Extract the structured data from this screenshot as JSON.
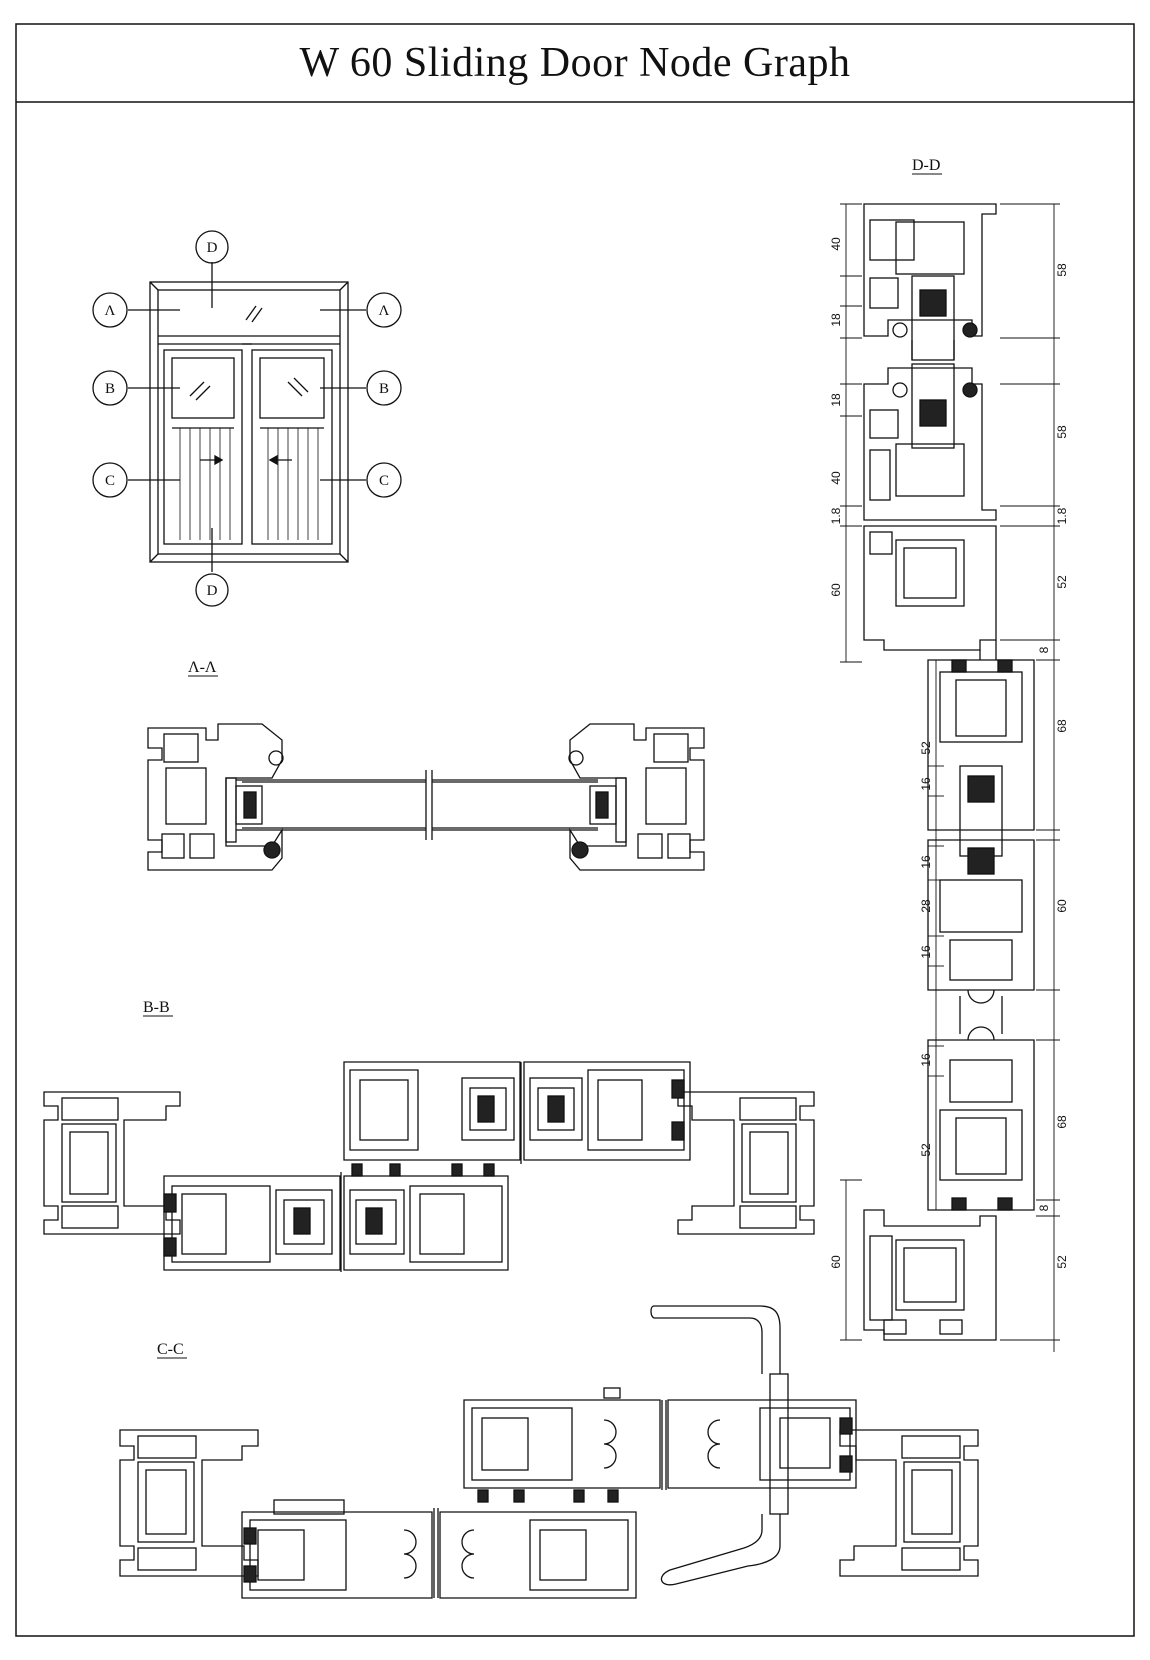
{
  "title": "W  60 Sliding Door Node Graph",
  "elevation": {
    "markers": {
      "D_top": "D",
      "D_bottom": "D",
      "A_left": "Λ",
      "A_right": "Λ",
      "B_left": "B",
      "B_right": "B",
      "C_left": "C",
      "C_right": "C"
    }
  },
  "sections": {
    "AA": "Λ-Λ",
    "BB": "B-B",
    "CC": "C-C",
    "DD": "D-D"
  },
  "dd_dims": {
    "left": [
      "40",
      "18",
      "18",
      "40",
      "1.8",
      "60",
      "52",
      "16",
      "16",
      "28",
      "16",
      "16",
      "52",
      "60"
    ],
    "right": [
      "58",
      "58",
      "1.8",
      "52",
      "8",
      "68",
      "60",
      "68",
      "8",
      "52"
    ]
  }
}
